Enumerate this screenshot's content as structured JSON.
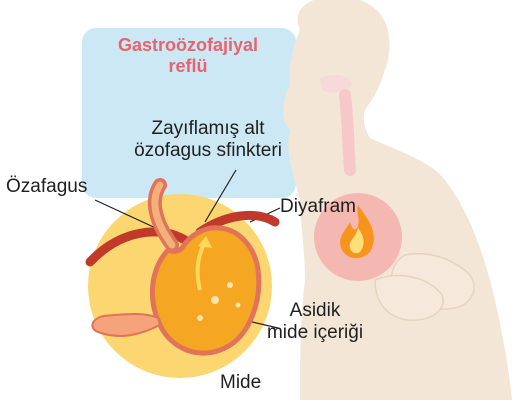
{
  "title_lines": [
    "Gastroözofajiyal",
    "reflü"
  ],
  "labels": {
    "weak_sphincter": [
      "Zayıflamış alt",
      "özofagus sfinkteri"
    ],
    "esophagus": "Özafagus",
    "diaphragm": "Diyafram",
    "acid_contents": [
      "Asidik",
      "mide içeriği"
    ],
    "stomach": "Mide"
  },
  "colors": {
    "title": "#e8636e",
    "panel": "#cde8f5",
    "body_silhouette": "#f3e6d6",
    "stomach": "#f5a623",
    "stomach_wall": "#e0735a",
    "diaphragm": "#c0392b",
    "burn_glow": "#f4a3a3",
    "flame": "#f7941d",
    "inset_circle": "#fbd671"
  },
  "icons": [
    "heartburn-flame-icon",
    "reflux-arrow-icon"
  ]
}
